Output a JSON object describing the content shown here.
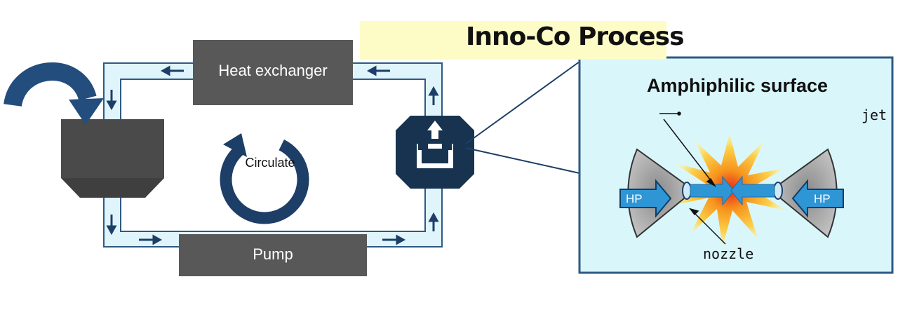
{
  "title": "Inno-Co Process",
  "blocks": {
    "heat_exchanger": "Heat exchanger",
    "pump": "Pump",
    "circulate": "Circulate"
  },
  "detail": {
    "heading": "Amphiphilic surface",
    "jet_label": "jet",
    "nozzle_label": "nozzle",
    "hp_left": "HP",
    "hp_right": "HP"
  },
  "colors": {
    "pipe_fill": "#dff4fb",
    "pipe_outline": "#2e5a82",
    "block_gray": "#585858",
    "arrow_navy": "#1d3e66",
    "panel_fill": "#d9f6fb",
    "title_highlight": "#fdfbc6",
    "jet_blue": "#2f96d6",
    "burst_orange": "#f7941d"
  }
}
